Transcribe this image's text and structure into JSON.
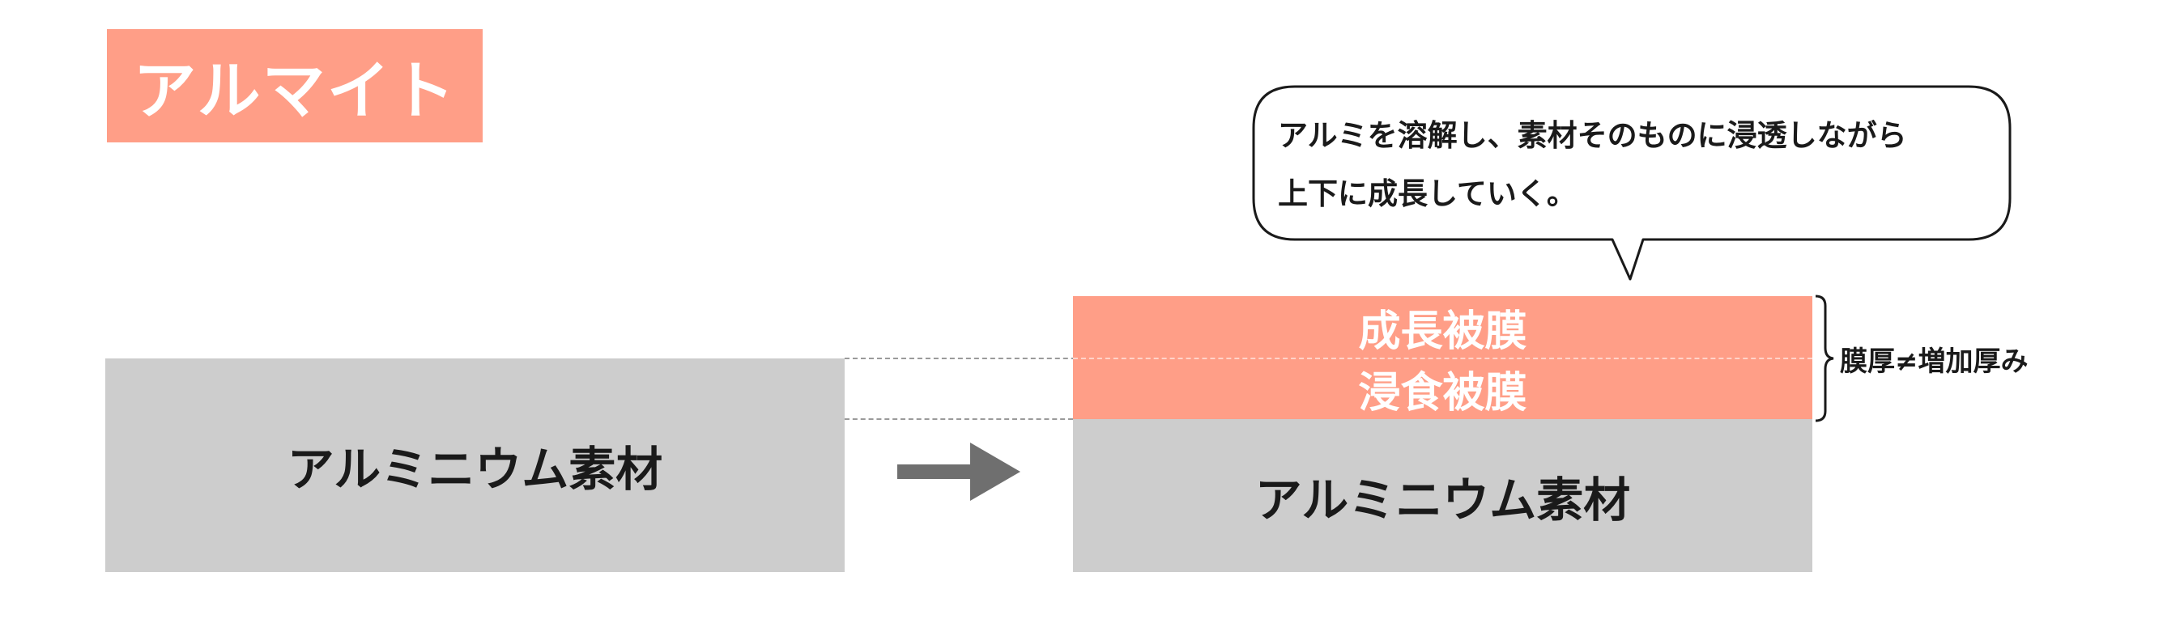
{
  "title": "アルマイト",
  "left_block": {
    "label": "アルミニウム素材"
  },
  "right_block": {
    "film_top": "成長被膜",
    "film_bottom": "浸食被膜",
    "base_label": "アルミニウム素材"
  },
  "bracket_label": "膜厚≠増加厚み",
  "callout": {
    "line1": "アルミを溶解し、素材そのものに浸透しながら",
    "line2": "上下に成長していく。"
  },
  "colors": {
    "salmon": "#FF9E87",
    "gray_block": "#CDCDCD",
    "arrow": "#6F6F6F",
    "text": "#1A1A1A"
  }
}
